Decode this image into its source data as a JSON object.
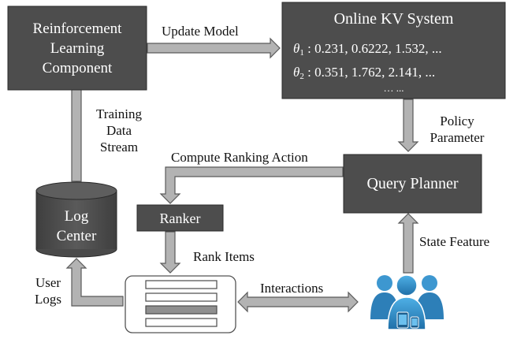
{
  "colors": {
    "box_fill": "#4d4d4d",
    "box_stroke": "#2a2a2a",
    "arrow_fill": "#b3b3b3",
    "arrow_stroke": "#5a5a5a",
    "users_icon": "#2e8fc9"
  },
  "rl_component": {
    "line1": "Reinforcement",
    "line2": "Learning",
    "line3": "Component"
  },
  "kv_system": {
    "title": "Online KV System",
    "theta1_symbol": "θ",
    "theta1_sub": "1",
    "theta1_values": ": 0.231, 0.6222, 1.532, ...",
    "theta2_symbol": "θ",
    "theta2_sub": "2",
    "theta2_values": ": 0.351, 1.762, 2.141, ...",
    "ellipsis": "… ..."
  },
  "query_planner": {
    "label": "Query Planner"
  },
  "ranker": {
    "label": "Ranker"
  },
  "log_center": {
    "line1": "Log",
    "line2": "Center"
  },
  "labels": {
    "update_model": "Update Model",
    "policy_line1": "Policy",
    "policy_line2": "Parameter",
    "compute_ranking": "Compute Ranking Action",
    "training_line1": "Training",
    "training_line2": "Data",
    "training_line3": "Stream",
    "rank_items": "Rank Items",
    "state_feature": "State Feature",
    "interactions": "Interactions",
    "user_line1": "User",
    "user_line2": "Logs"
  },
  "icons": {
    "results_list": "ranked-list-icon",
    "users": "users-group-icon"
  }
}
